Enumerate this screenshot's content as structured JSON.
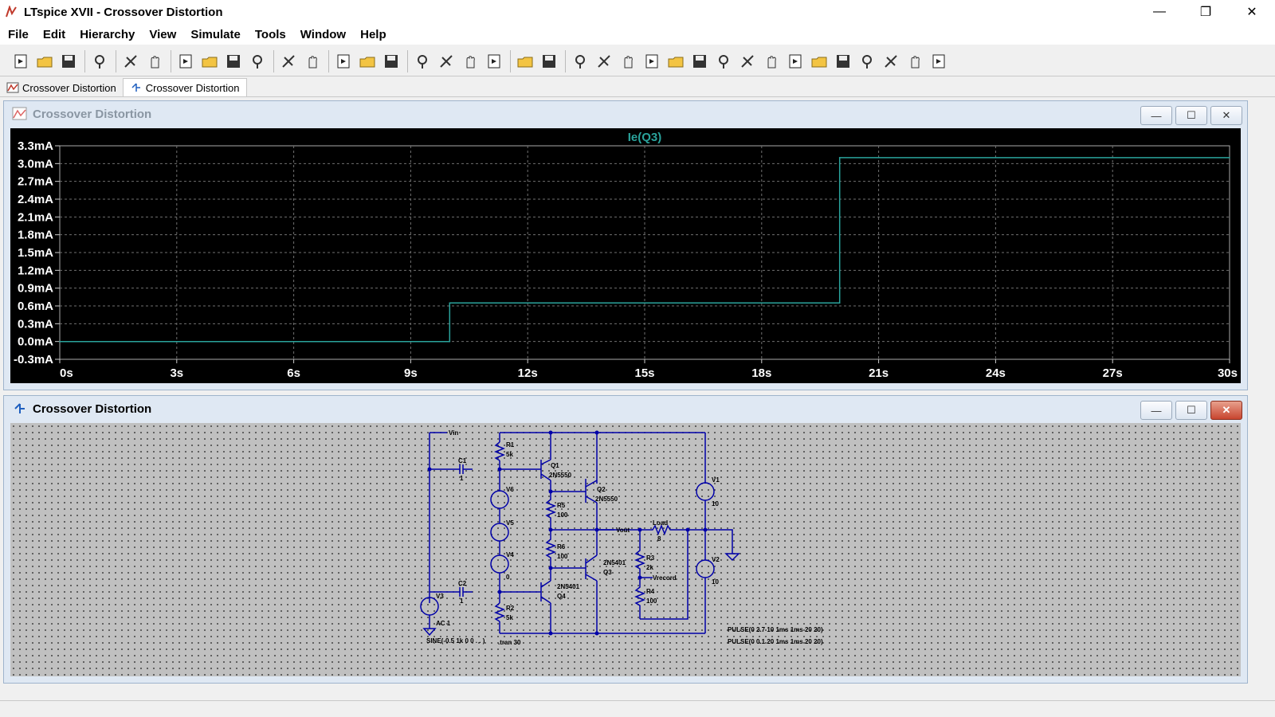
{
  "window": {
    "title": "LTspice XVII - Crossover Distortion"
  },
  "window_controls": {
    "minimize": "—",
    "restore": "❐",
    "close": "✕"
  },
  "menu": [
    "File",
    "Edit",
    "Hierarchy",
    "View",
    "Simulate",
    "Tools",
    "Window",
    "Help"
  ],
  "toolbar_icons": [
    "new-schematic-icon",
    "open-icon",
    "save-icon",
    "control-panel-icon",
    "run-icon",
    "halt-icon",
    "zoom-in-icon",
    "zoom-extents-icon",
    "zoom-out-icon",
    "zoom-cancel-icon",
    "autorange-icon",
    "waveform-icon",
    "tile-horizontal-icon",
    "cascade-icon",
    "tile-vertical-icon",
    "cut-icon",
    "copy-icon",
    "paste-icon",
    "find-icon",
    "print-preview-icon",
    "print-icon",
    "draw-wire-icon",
    "ground-icon",
    "label-net-icon",
    "resistor-icon",
    "capacitor-icon",
    "inductor-icon",
    "diode-icon",
    "component-icon",
    "move-icon",
    "drag-icon",
    "undo-icon",
    "redo-icon",
    "rotate-icon",
    "mirror-icon",
    "text-icon",
    "spice-directive-icon"
  ],
  "tabs": [
    {
      "label": "Crossover Distortion",
      "icon": "waveform-tab-icon",
      "active": false
    },
    {
      "label": "Crossover Distortion",
      "icon": "schematic-tab-icon",
      "active": true
    }
  ],
  "plot_window": {
    "title": "Crossover Distortion",
    "trace_label": "Ie(Q3)"
  },
  "schematic_window": {
    "title": "Crossover Distortion"
  },
  "mdi_controls": {
    "minimize": "—",
    "maximize": "☐",
    "close": "✕"
  },
  "chart_data": {
    "type": "line",
    "title": "Ie(Q3)",
    "x_tick_labels": [
      "0s",
      "3s",
      "6s",
      "9s",
      "12s",
      "15s",
      "18s",
      "21s",
      "24s",
      "27s",
      "30s"
    ],
    "y_tick_labels": [
      "3.3mA",
      "3.0mA",
      "2.7mA",
      "2.4mA",
      "2.1mA",
      "1.8mA",
      "1.5mA",
      "1.2mA",
      "0.9mA",
      "0.6mA",
      "0.3mA",
      "0.0mA",
      "-0.3mA"
    ],
    "xlim": [
      0,
      30
    ],
    "ylim": [
      -0.3,
      3.3
    ],
    "x_unit": "s",
    "y_unit": "mA",
    "grid": true,
    "colors": {
      "background": "#000000",
      "trace": "#2aa39c",
      "grid": "#707070",
      "labels": "#ffffff"
    },
    "series": [
      {
        "name": "Ie(Q3)",
        "x": [
          0,
          10,
          10,
          20,
          20,
          30
        ],
        "y": [
          0.0,
          0.0,
          0.65,
          0.65,
          3.1,
          3.1
        ]
      }
    ]
  },
  "schematic": {
    "labels": {
      "vin": "Vin",
      "vout": "Vout",
      "vrecord": "Vrecord",
      "r1": "R1",
      "r1v": "5k",
      "r2": "R2",
      "r2v": "5k",
      "r3": "R3",
      "r3v": "2k",
      "r4": "R4",
      "r4v": "100",
      "r5": "R5",
      "r5v": "100",
      "r6": "R6",
      "r6v": "100",
      "c1": "C1",
      "c1v": "1",
      "c2": "C2",
      "c2v": "1",
      "q1": "Q1",
      "q1m": "2N5550",
      "q2": "Q2",
      "q2m": "2N5550",
      "q3": "Q3",
      "q3m": "2N5401",
      "q4": "Q4",
      "q4m": "2N5401",
      "v1": "V1",
      "v1v": "10",
      "v2": "V2",
      "v2v": "10",
      "v3": "V3",
      "v3ac": "AC 1",
      "v3src": "SINE(-0.5 1k 0 0 . . )",
      "v4": "V4",
      "v4v": "0",
      "v5": "V5",
      "v6": "V6",
      "load": "Load",
      "loadv": "8",
      "tran": ".tran 30",
      "pulse1": "PULSE(0 2.7 10 1ms 1ms 20 20)",
      "pulse2": "PULSE(0 0.1 20 1ms 1ms 20 20)"
    }
  }
}
